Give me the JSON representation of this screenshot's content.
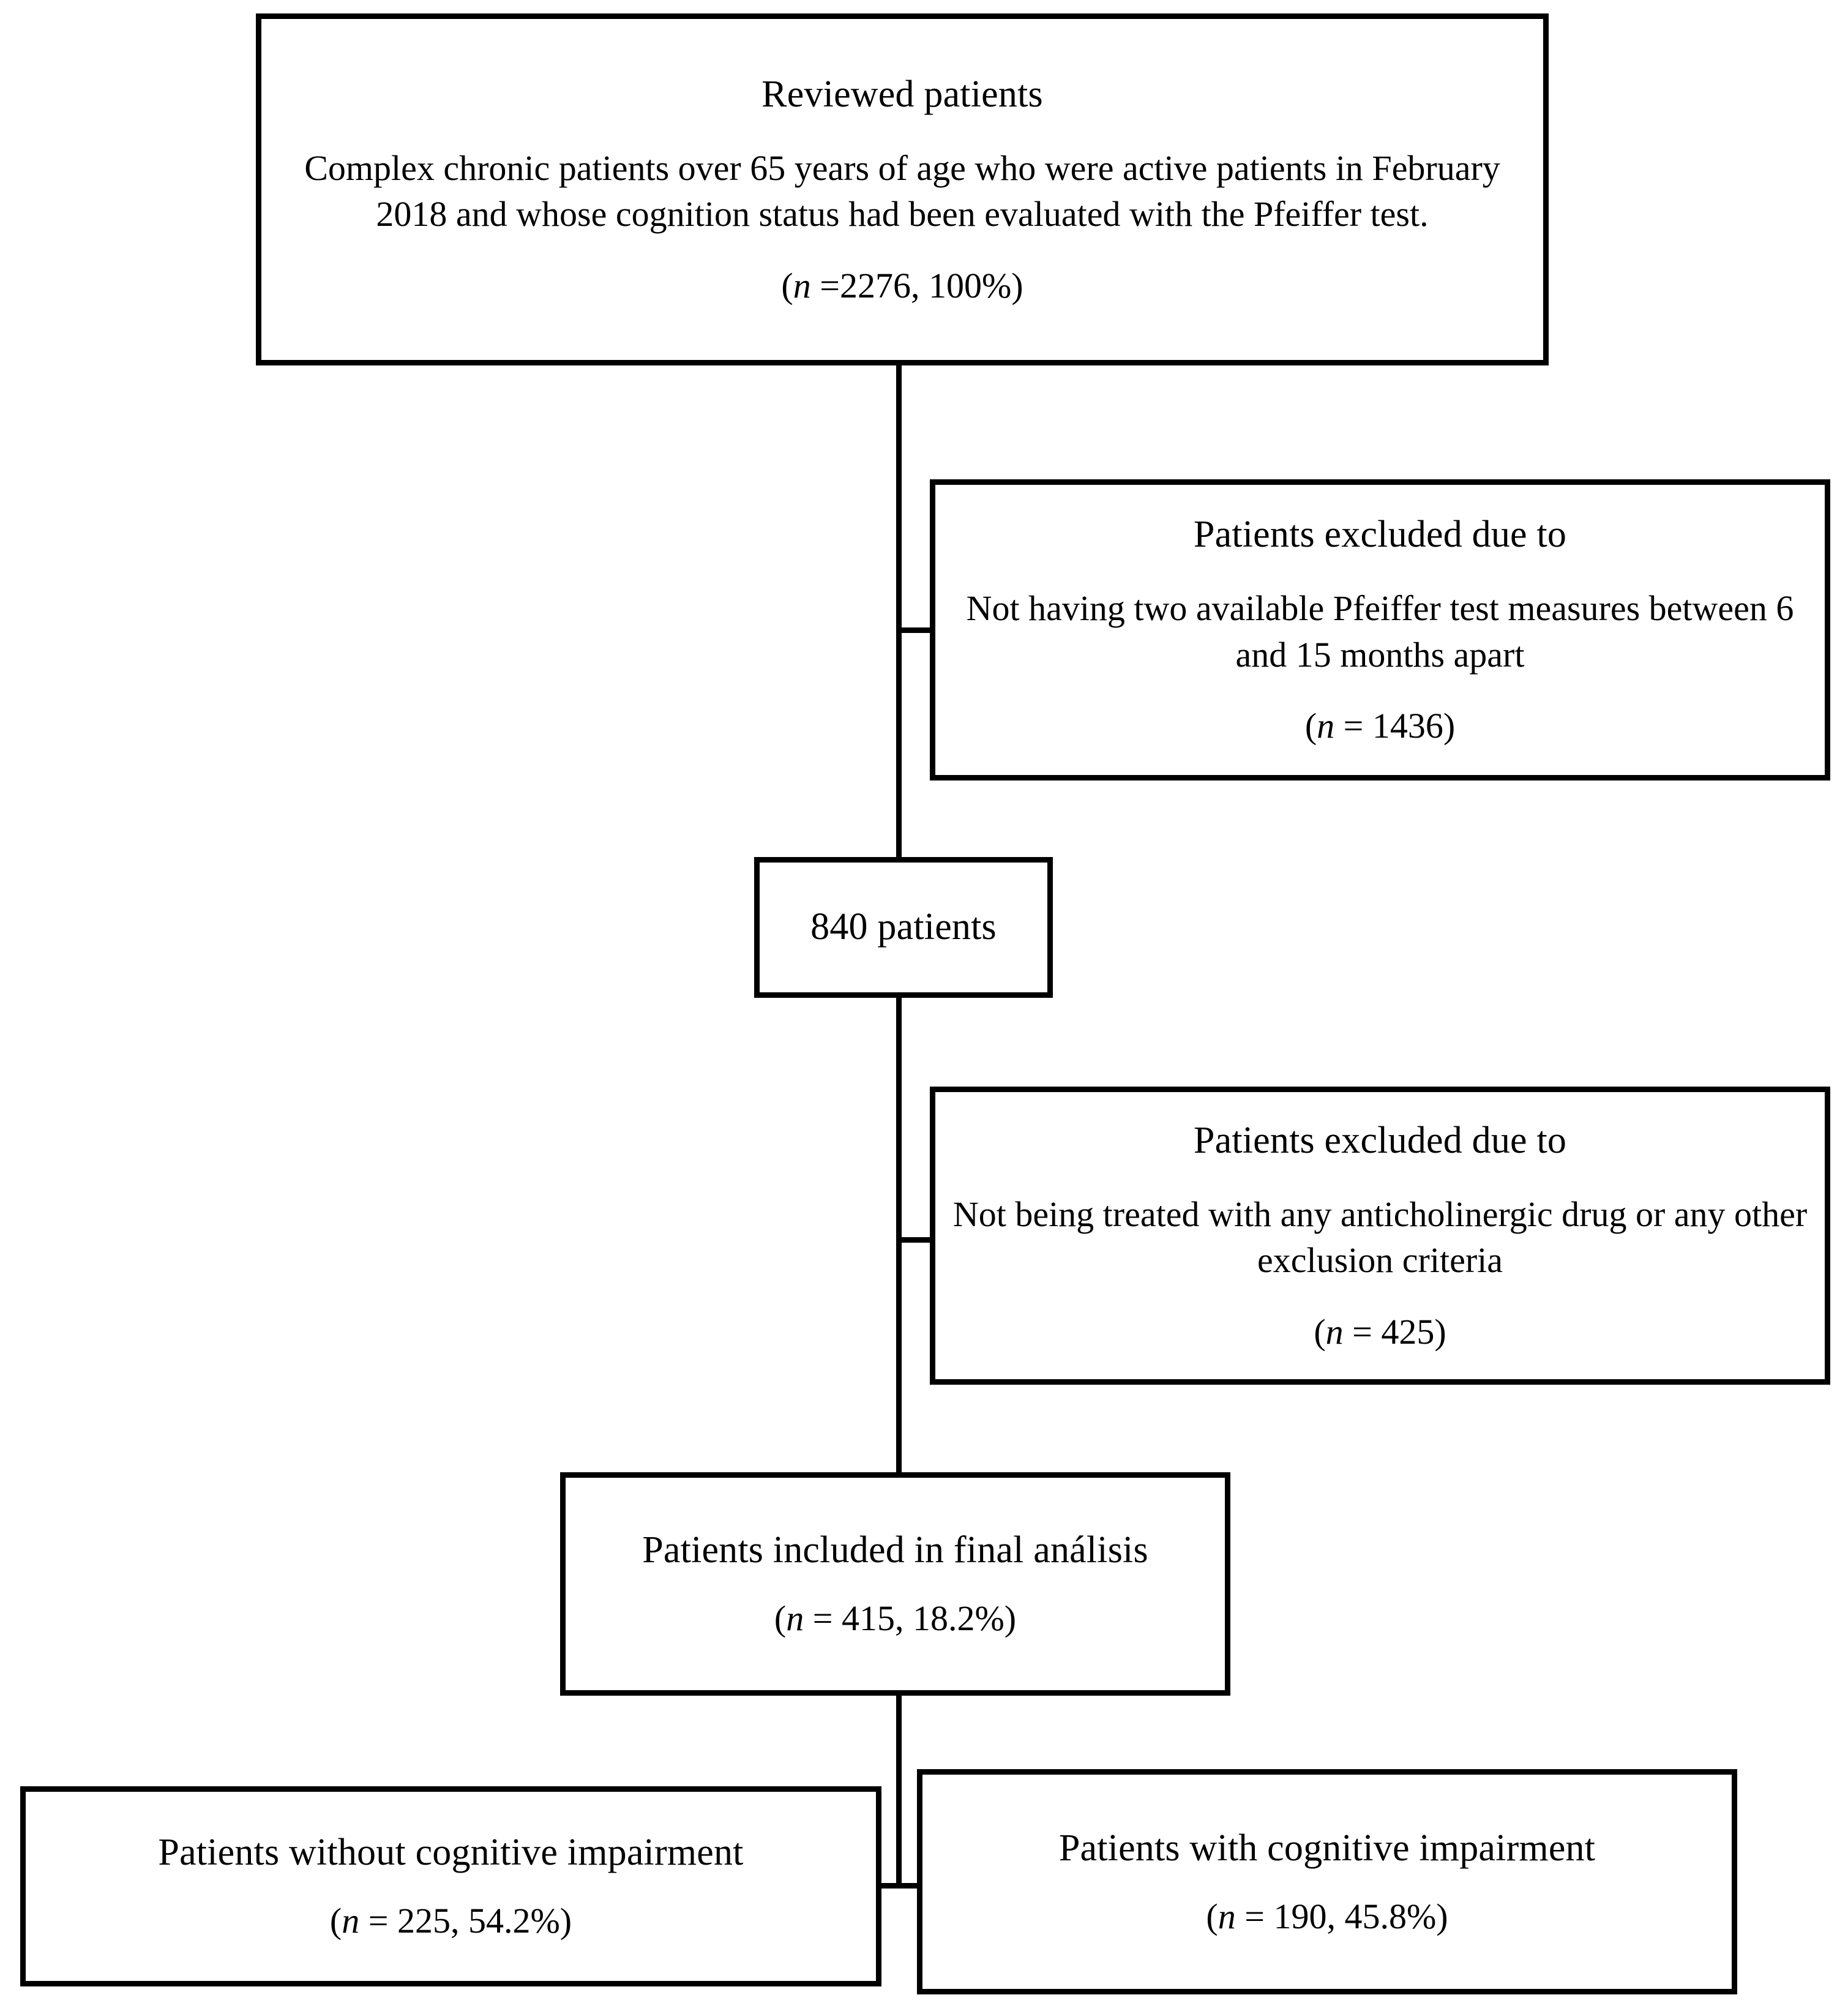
{
  "flowchart": {
    "type": "patient-selection-flowchart",
    "orientation": "vertical",
    "line_color": "#000000",
    "box_border_color": "#000000",
    "background_color": "#ffffff",
    "nodes": {
      "reviewed": {
        "title": "Reviewed patients",
        "body": "Complex chronic patients over 65 years of age who were active patients in February 2018 and whose cognition status had been evaluated with the Pfeiffer test.",
        "count_open": "(",
        "count_var": "n",
        "count_value": " =2276, 100%",
        "count_close": ")"
      },
      "excluded_1": {
        "title": "Patients excluded due to",
        "body": "Not having two available Pfeiffer test measures between 6 and 15 months apart",
        "count_open": "(",
        "count_var": "n",
        "count_value": " = 1436",
        "count_close": ")"
      },
      "remaining": {
        "label": "840 patients"
      },
      "excluded_2": {
        "title": "Patients excluded due to",
        "body": "Not being treated with any anticholinergic drug or any other exclusion criteria",
        "count_open": "(",
        "count_var": "n",
        "count_value": " = 425",
        "count_close": ")"
      },
      "final": {
        "title": "Patients included in final análisis",
        "count_open": "(",
        "count_var": "n",
        "count_value": " = 415, 18.2%",
        "count_close": ")"
      },
      "no_impairment": {
        "title": "Patients without cognitive impairment",
        "count_open": "(",
        "count_var": "n",
        "count_value": " = 225, 54.2%",
        "count_close": ")"
      },
      "impairment": {
        "title": "Patients with cognitive impairment",
        "count_open": "(",
        "count_var": "n",
        "count_value": " = 190, 45.8%",
        "count_close": ")"
      }
    }
  },
  "chart_data": {
    "type": "diagram",
    "title": "Patient selection flow diagram",
    "stages": [
      {
        "name": "Reviewed patients",
        "n": 2276,
        "percent": 100.0
      },
      {
        "name": "Excluded: Not having two available Pfeiffer test measures between 6 and 15 months apart",
        "n": 1436
      },
      {
        "name": "840 patients",
        "n": 840
      },
      {
        "name": "Excluded: Not being treated with any anticholinergic drug or any other exclusion criteria",
        "n": 425
      },
      {
        "name": "Patients included in final análisis",
        "n": 415,
        "percent": 18.2
      },
      {
        "name": "Patients without cognitive impairment",
        "n": 225,
        "percent": 54.2
      },
      {
        "name": "Patients with cognitive impairment",
        "n": 190,
        "percent": 45.8
      }
    ]
  }
}
